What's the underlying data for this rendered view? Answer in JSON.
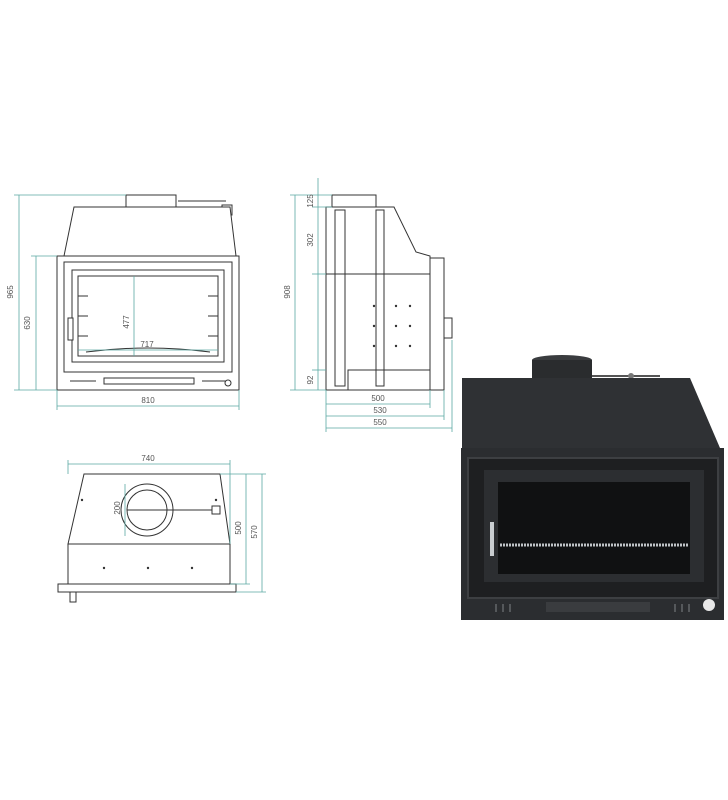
{
  "diagram": {
    "front_view": {
      "dims": {
        "overall_height": "965",
        "door_height": "630",
        "glass_height": "477",
        "glass_width": "717",
        "overall_width": "810"
      }
    },
    "side_view": {
      "dims": {
        "collar_height": "125",
        "hood_height": "302",
        "body_height": "908",
        "base_height": "92",
        "depth_a": "500",
        "depth_b": "530",
        "depth_c": "550"
      }
    },
    "top_view": {
      "dims": {
        "width": "740",
        "flue_diameter": "200",
        "depth_a": "500",
        "depth_b": "570"
      }
    }
  },
  "colors": {
    "dimension_line": "#5aa9a3",
    "outline": "#333333",
    "product_body": "#2f3134",
    "product_dark": "#1e1f21"
  }
}
